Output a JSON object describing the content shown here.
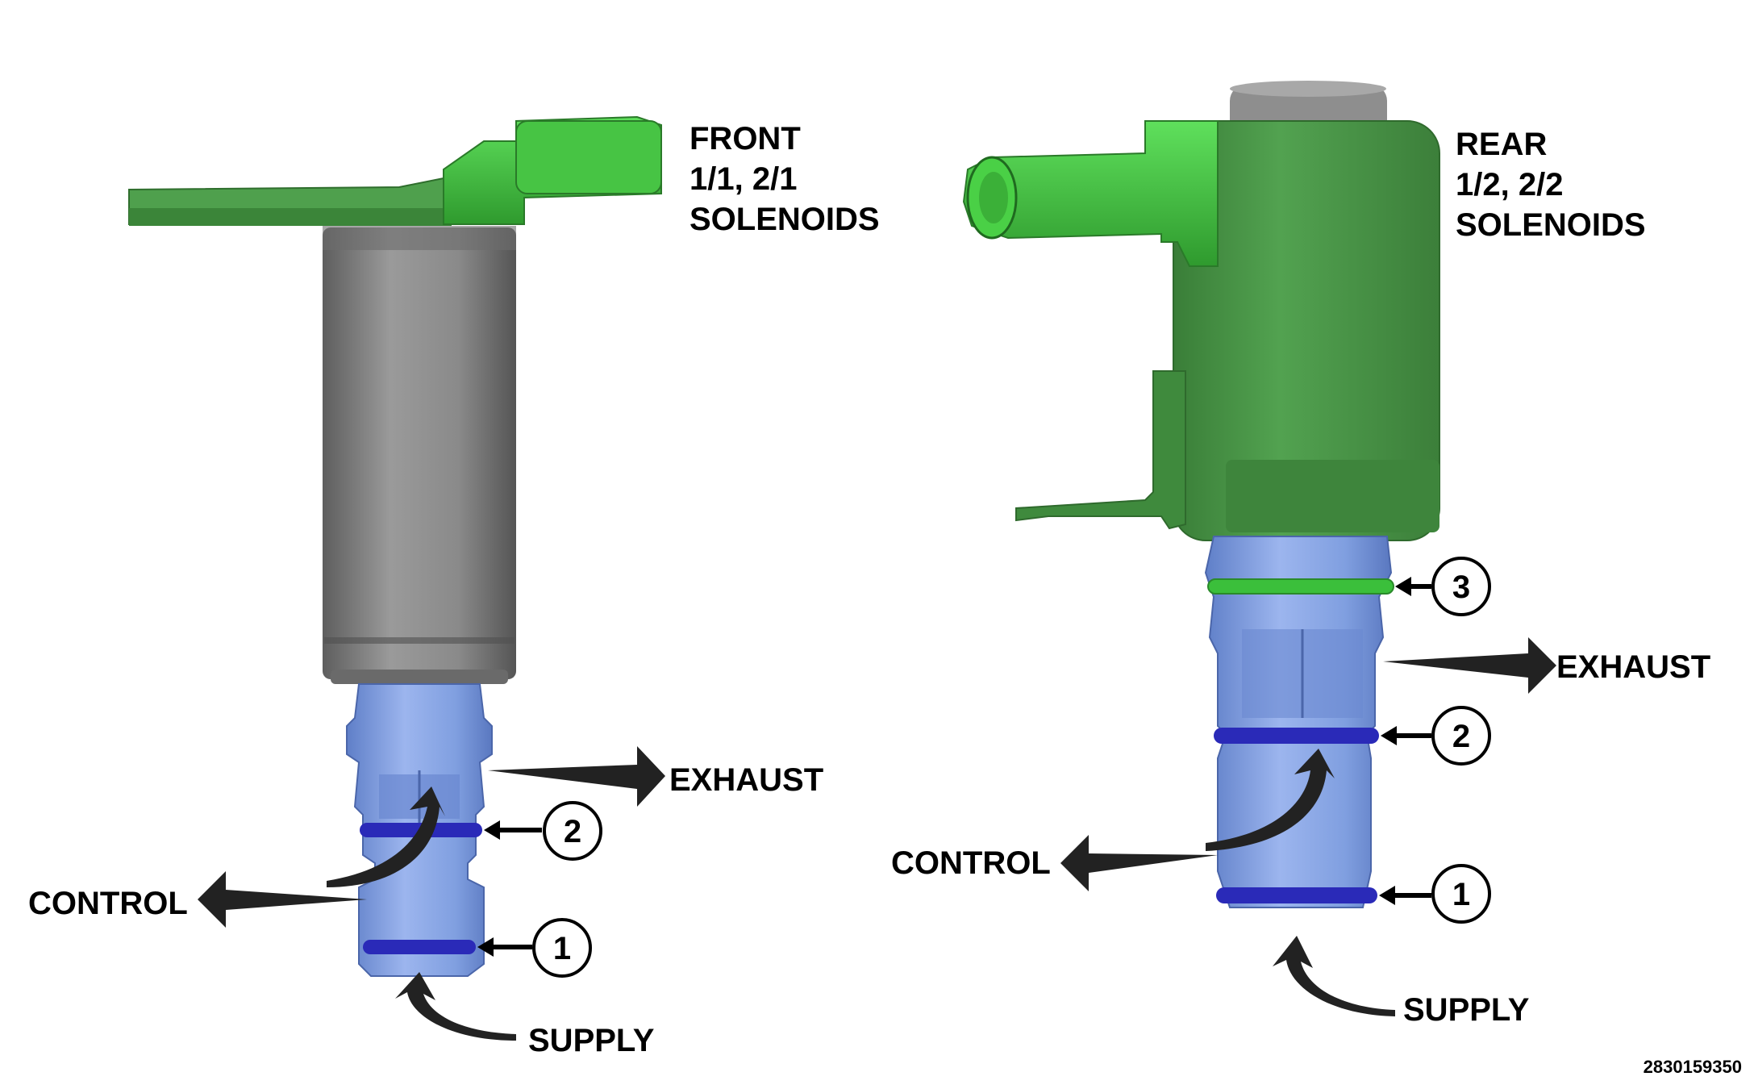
{
  "front": {
    "title_lines": [
      "FRONT",
      "1/1, 2/1",
      "SOLENOIDS"
    ],
    "exhaust": "EXHAUST",
    "control": "CONTROL",
    "supply": "SUPPLY",
    "callouts": [
      "1",
      "2"
    ]
  },
  "rear": {
    "title_lines": [
      "REAR",
      "1/2, 2/2",
      "SOLENOIDS"
    ],
    "exhaust": "EXHAUST",
    "control": "CONTROL",
    "supply": "SUPPLY",
    "callouts": [
      "1",
      "2",
      "3"
    ]
  },
  "figure_id": "2830159350",
  "colors": {
    "housing_green": "#4a9a48",
    "connector_green": "#3fbf3f",
    "body_gray": "#8a8a8a",
    "valve_blue": "#7f9fe0",
    "oring_blue": "#2a2ab8",
    "oring_green": "#3bbf3b"
  }
}
